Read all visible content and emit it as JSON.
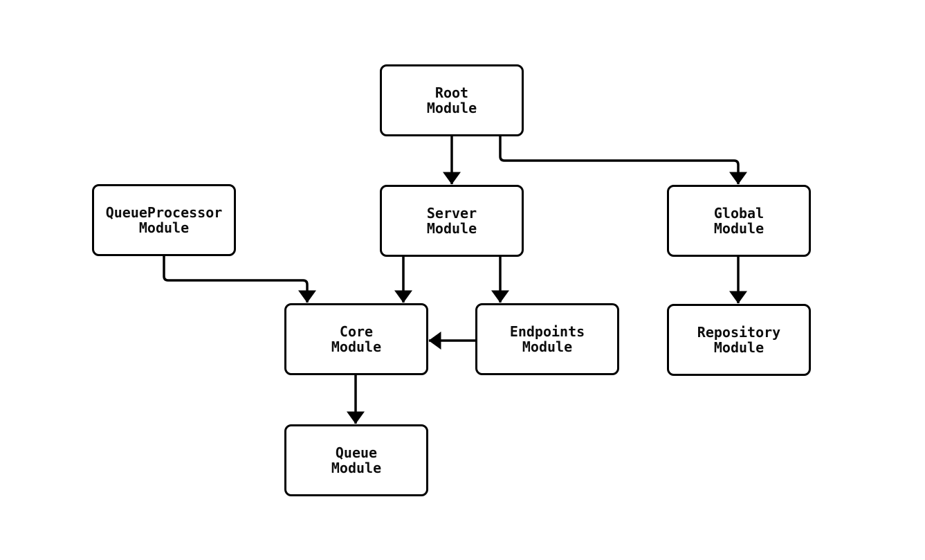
{
  "diagram": {
    "type": "module-dependency-flowchart",
    "background_color": "#ffffff",
    "line_color": "#000000",
    "node_border_color": "#000000",
    "node_fill_color": "#ffffff",
    "text_color": "#0d0d0d",
    "nodes": {
      "root": {
        "line1": "Root",
        "line2": "Module"
      },
      "queueprocessor": {
        "line1": "QueueProcessor",
        "line2": "Module"
      },
      "server": {
        "line1": "Server",
        "line2": "Module"
      },
      "global": {
        "line1": "Global",
        "line2": "Module"
      },
      "core": {
        "line1": "Core",
        "line2": "Module"
      },
      "endpoints": {
        "line1": "Endpoints",
        "line2": "Module"
      },
      "repository": {
        "line1": "Repository",
        "line2": "Module"
      },
      "queue": {
        "line1": "Queue",
        "line2": "Module"
      }
    },
    "edges": [
      {
        "from": "Root Module",
        "to": "Server Module"
      },
      {
        "from": "Root Module",
        "to": "Global Module"
      },
      {
        "from": "QueueProcessor Module",
        "to": "Core Module"
      },
      {
        "from": "Server Module",
        "to": "Core Module"
      },
      {
        "from": "Server Module",
        "to": "Endpoints Module"
      },
      {
        "from": "Endpoints Module",
        "to": "Core Module"
      },
      {
        "from": "Core Module",
        "to": "Queue Module"
      },
      {
        "from": "Global Module",
        "to": "Repository Module"
      }
    ]
  }
}
